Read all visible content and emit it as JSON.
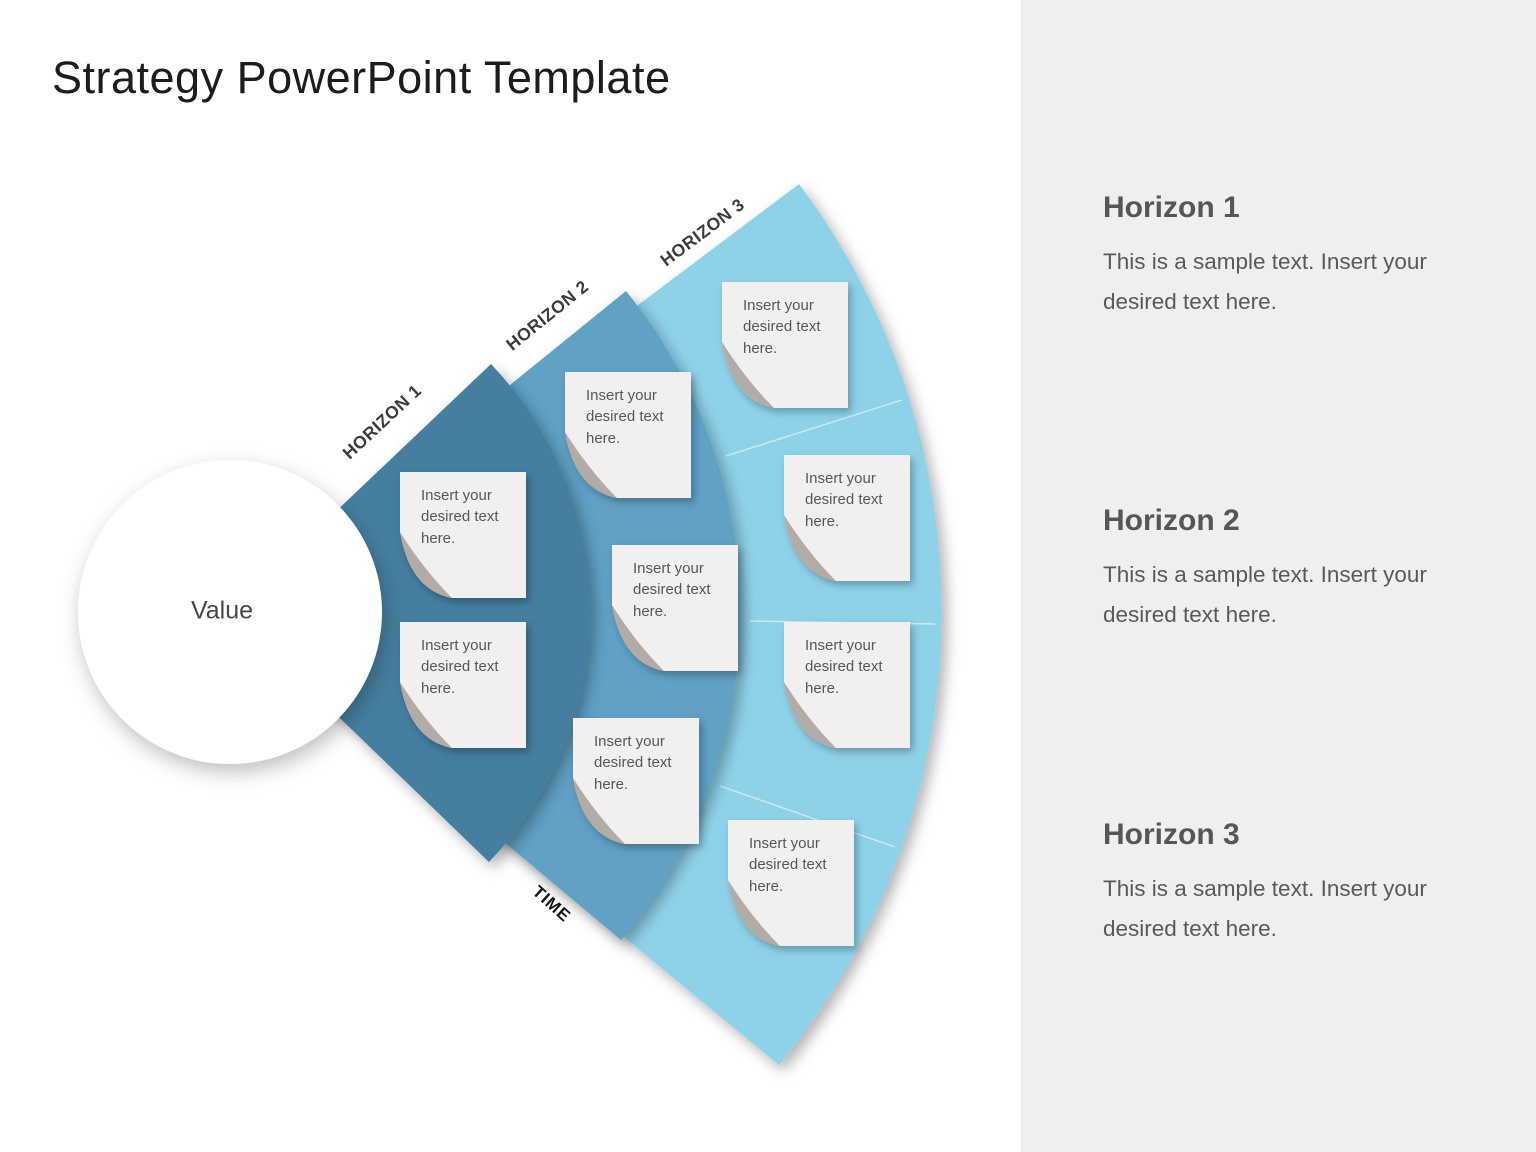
{
  "title": "Strategy PowerPoint Template",
  "diagram": {
    "center_label": "Value",
    "time_label": "TIME",
    "note_text": "Insert your desired text here.",
    "colors": {
      "horizon1_blue": "#447e9f",
      "horizon2_blue": "#60a1c4",
      "horizon3_blue": "#8ed2ea",
      "note_paper": "#f1f0ef",
      "note_curl": "#b3aba6",
      "panel_background": "#efefef"
    },
    "horizons": [
      {
        "label": "HORIZON 1",
        "color": "#447e9f",
        "notes_count": 2
      },
      {
        "label": "HORIZON 2",
        "color": "#60a1c4",
        "notes_count": 3
      },
      {
        "label": "HORIZON 3",
        "color": "#8ed2ea",
        "notes_count": 4
      }
    ]
  },
  "sidebar": {
    "sections": [
      {
        "heading": "Horizon 1",
        "body": "This is a sample text. Insert your desired text here."
      },
      {
        "heading": "Horizon 2",
        "body": "This is a sample text. Insert your desired text here."
      },
      {
        "heading": "Horizon 3",
        "body": "This is a sample text. Insert your desired text here."
      }
    ]
  }
}
